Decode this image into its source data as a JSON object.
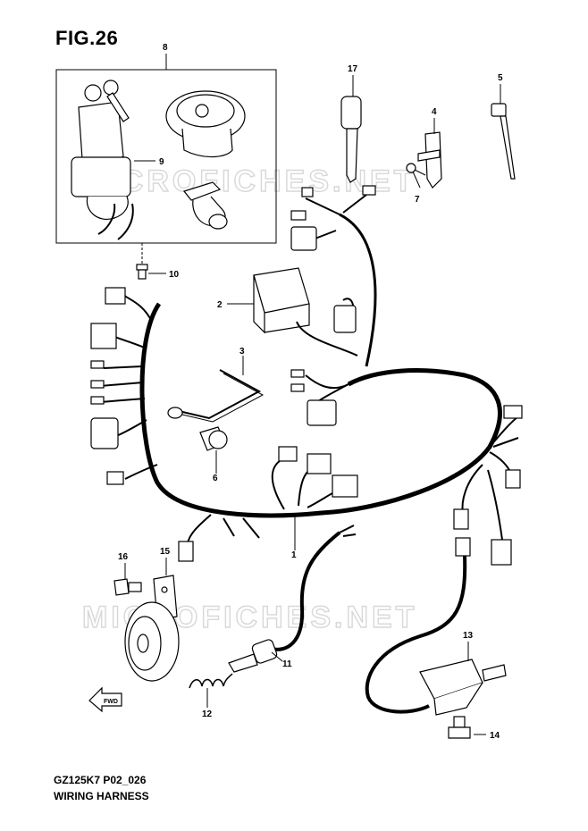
{
  "figure_title": "FIG.26",
  "drawing_code": "GZ125K7 P02_026",
  "drawing_subtitle": "WIRING HARNESS",
  "watermarks": [
    "MICROFICHES.NET",
    "MICROFICHES.NET"
  ],
  "front_arrow_label": "FWD",
  "callouts": {
    "c1": "1",
    "c2": "2",
    "c3": "3",
    "c4": "4",
    "c5": "5",
    "c6": "6",
    "c7": "7",
    "c8": "8",
    "c9": "9",
    "c10": "10",
    "c11": "11",
    "c12": "12",
    "c13": "13",
    "c14": "14",
    "c15": "15",
    "c16": "16",
    "c17": "17"
  }
}
